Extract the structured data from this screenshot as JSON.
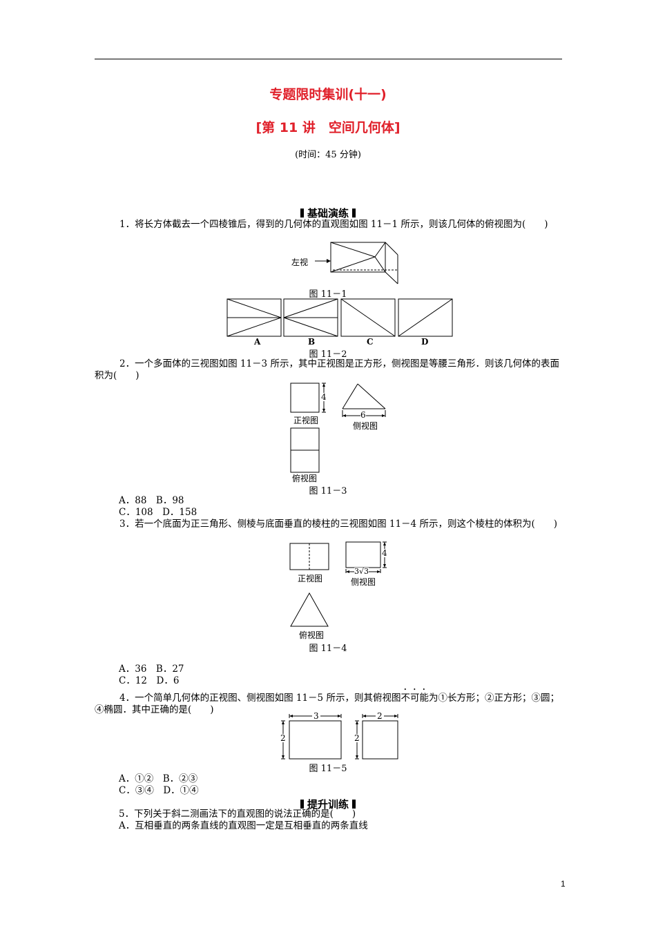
{
  "header": {
    "title": "专题限时集训(十一)",
    "subtitle": "[第 11 讲　空间几何体]",
    "time": "(时间：45 分钟)"
  },
  "sections": {
    "basic": "基础演练",
    "advanced": "提升训练"
  },
  "q1": {
    "text": "1．将长方体截去一个四棱锥后，得到的几何体的直观图如图 11－1 所示，则该几何体的俯视图为(　　)",
    "left_view": "左视",
    "fig1": "图 11－1",
    "choices": [
      "A",
      "B",
      "C",
      "D"
    ],
    "fig2": "图 11－2"
  },
  "q2": {
    "text": "2．一个多面体的三视图如图 11－3 所示，其中正视图是正方形，侧视图是等腰三角形．则该几何体的表面积为(　　)",
    "front": "正视图",
    "side": "侧视图",
    "top": "俯视图",
    "dim_height": "4",
    "dim_width": "6",
    "fig": "图 11－3",
    "opt1": "A．88　B．98",
    "opt2": "C．108　D．158"
  },
  "q3": {
    "text": "3．若一个底面为正三角形、侧棱与底面垂直的棱柱的三视图如图 11－4 所示，则这个棱柱的体积为(　　)",
    "front": "正视图",
    "side": "侧视图",
    "top": "俯视图",
    "dim_height": "4",
    "dim_width": "3√3",
    "fig": "图 11－4",
    "opt1": "A．36　B．27",
    "opt2": "C．12　D．6"
  },
  "q4": {
    "text_a": "4．一个简单几何体的正视图、侧视图如图 11－5 所示，则其俯视图",
    "text_emph": "不可能",
    "text_b": "为①长方形；②正方形；③圆；④椭圆．其中正确的是(　　)",
    "dim_w1": "3",
    "dim_h1": "2",
    "dim_w2": "2",
    "dim_h2": "2",
    "fig": "图 11－5",
    "opt1": "A．①②　B．②③",
    "opt2": "C．③④　D．①④"
  },
  "q5": {
    "text": "5．下列关于斜二测画法下的直观图的说法正确的是(　　)",
    "optA": "A．互相垂直的两条直线的直观图一定是互相垂直的两条直线"
  },
  "page_number": "1"
}
